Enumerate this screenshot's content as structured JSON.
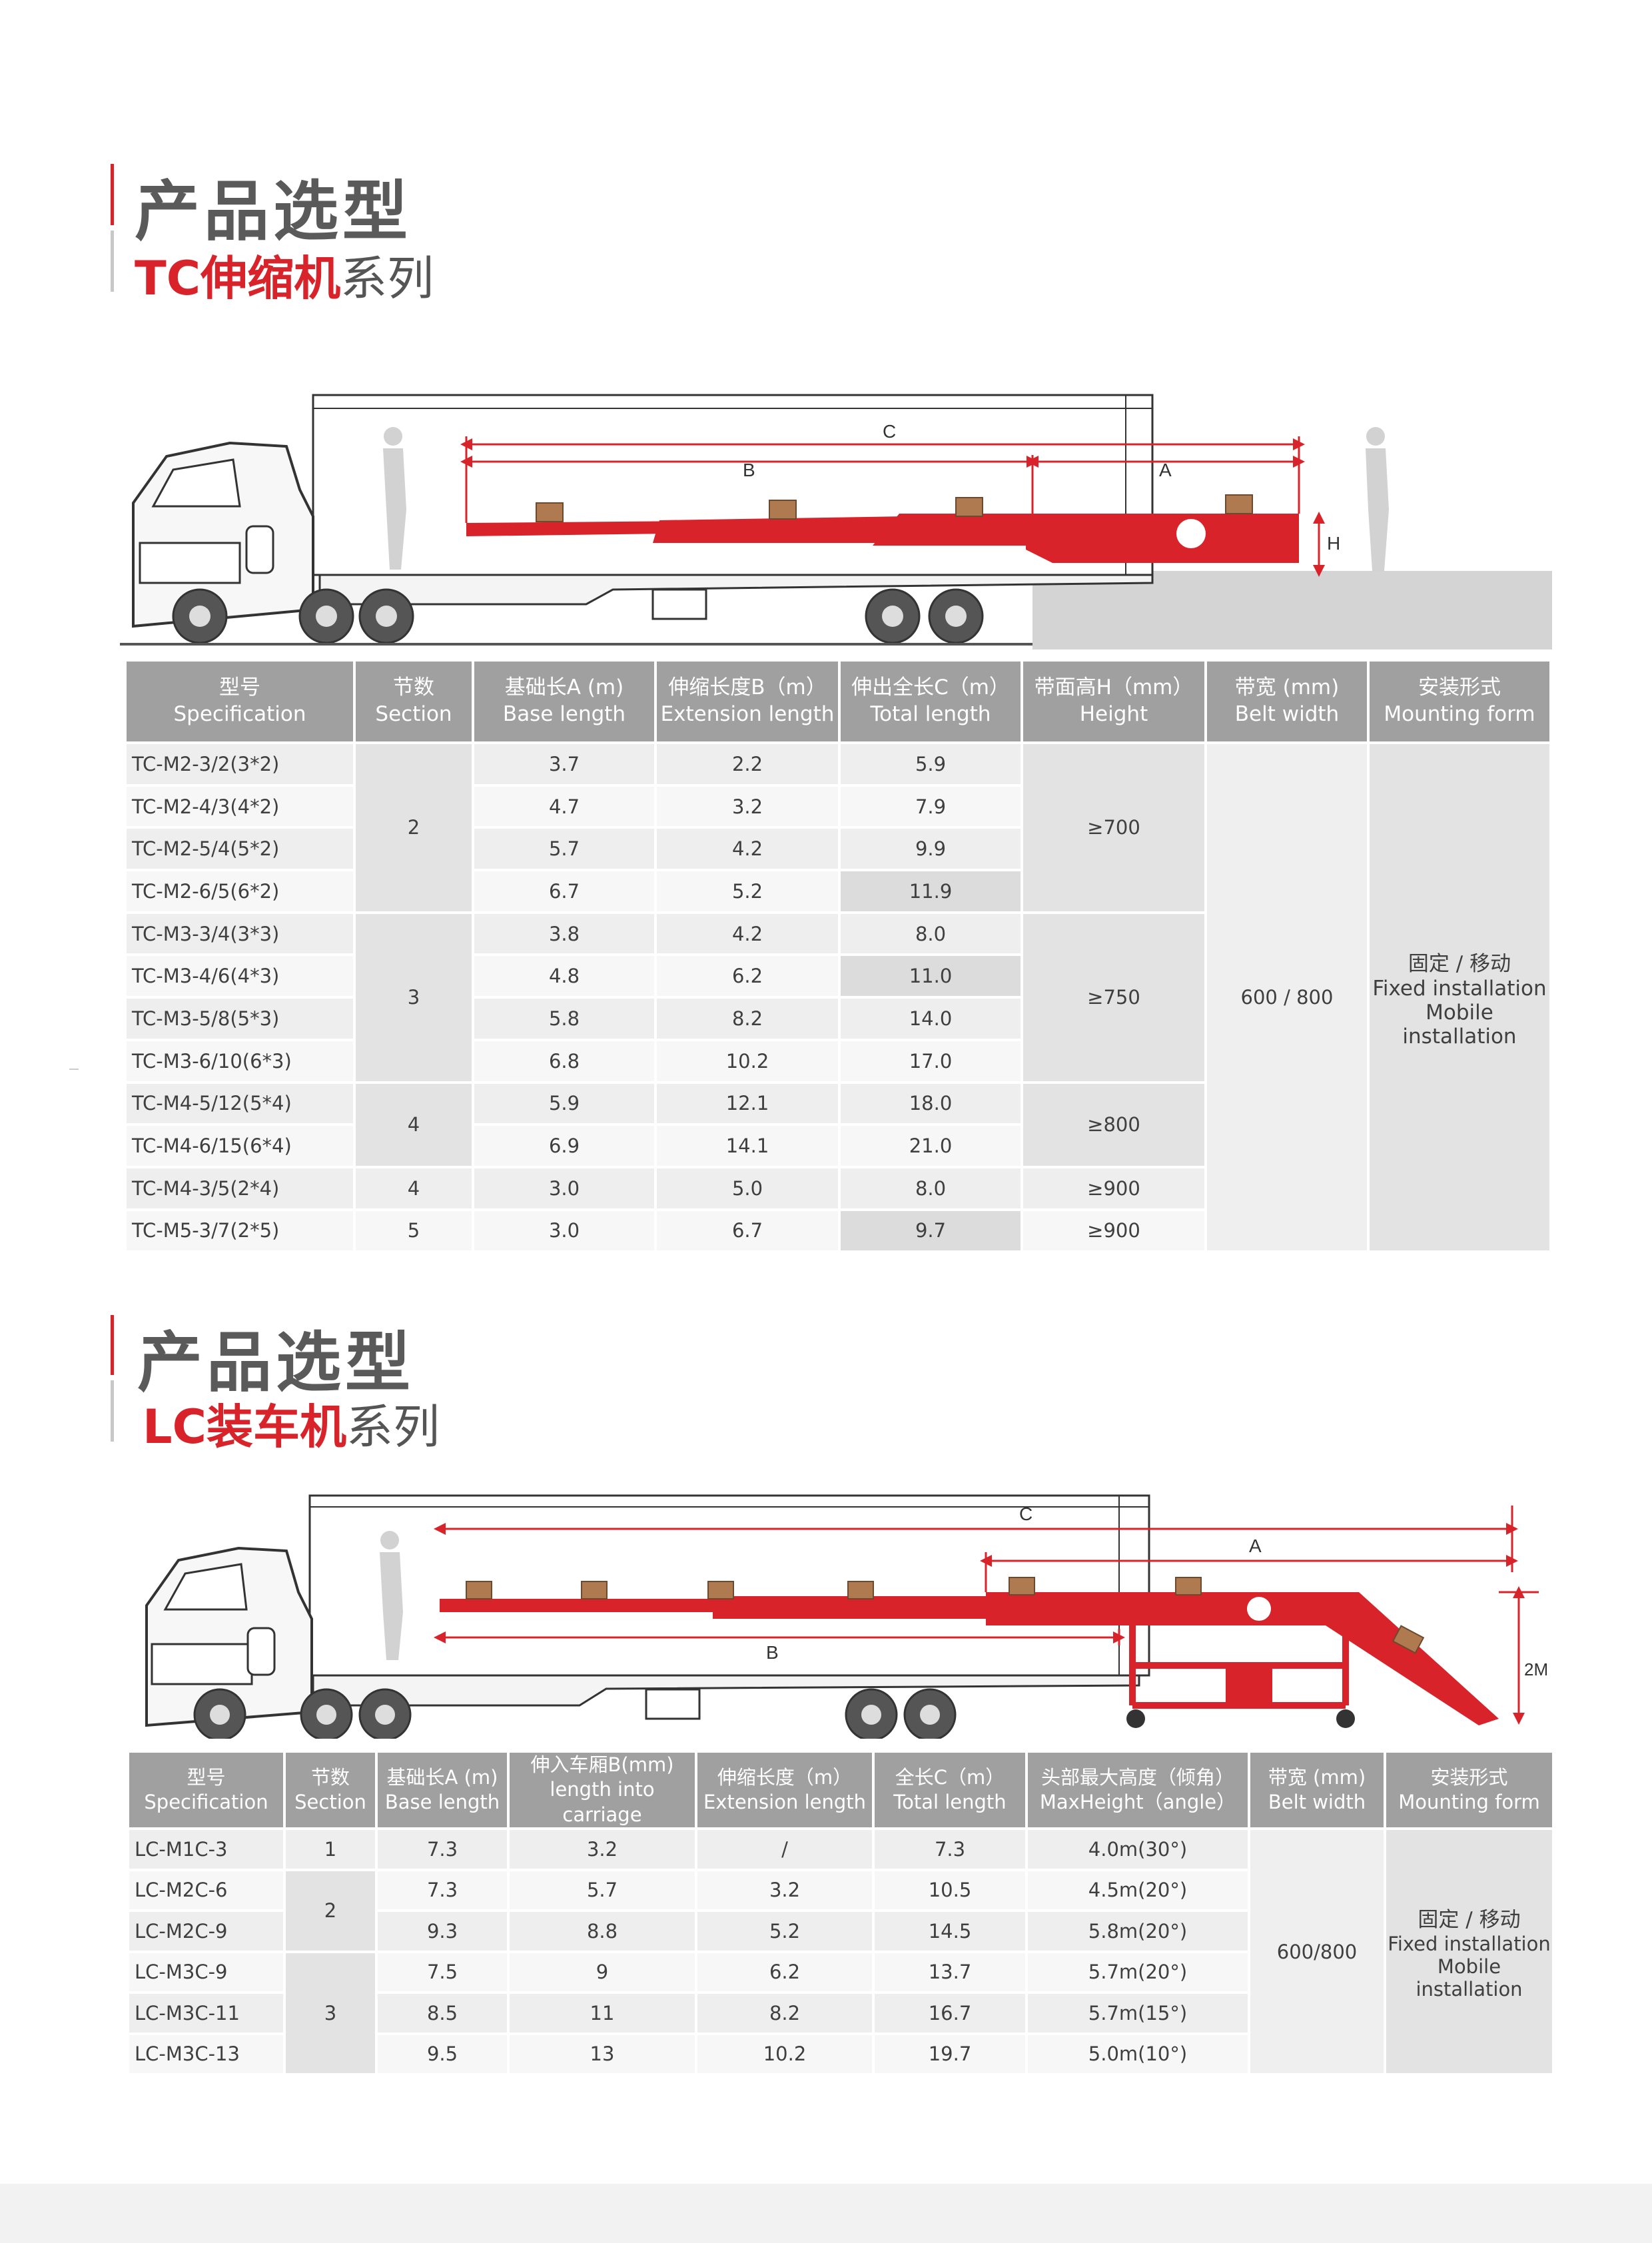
{
  "section1": {
    "title": "产品选型",
    "subtitle_red": "TC伸缩机",
    "subtitle_grey": "系列",
    "dims": {
      "c": "C",
      "b": "B",
      "a": "A",
      "h": "H"
    }
  },
  "table1": {
    "headers": [
      {
        "cn": "型号",
        "en": "Specification"
      },
      {
        "cn": "节数",
        "en": "Section"
      },
      {
        "cn": "基础长A (m)",
        "en": "Base length"
      },
      {
        "cn": "伸缩长度B（m）",
        "en": "Extension length"
      },
      {
        "cn": "伸出全长C（m）",
        "en": "Total length"
      },
      {
        "cn": "带面高H（mm）",
        "en": "Height"
      },
      {
        "cn": "带宽 (mm)",
        "en": "Belt width"
      },
      {
        "cn": "安装形式",
        "en": "Mounting form"
      }
    ],
    "rows": [
      {
        "spec": "TC-M2-3/2(3*2)",
        "base": "3.7",
        "ext": "2.2",
        "total": "5.9"
      },
      {
        "spec": "TC-M2-4/3(4*2)",
        "base": "4.7",
        "ext": "3.2",
        "total": "7.9"
      },
      {
        "spec": "TC-M2-5/4(5*2)",
        "base": "5.7",
        "ext": "4.2",
        "total": "9.9"
      },
      {
        "spec": "TC-M2-6/5(6*2)",
        "base": "6.7",
        "ext": "5.2",
        "total": "11.9"
      },
      {
        "spec": "TC-M3-3/4(3*3)",
        "base": "3.8",
        "ext": "4.2",
        "total": "8.0"
      },
      {
        "spec": "TC-M3-4/6(4*3)",
        "base": "4.8",
        "ext": "6.2",
        "total": "11.0"
      },
      {
        "spec": "TC-M3-5/8(5*3)",
        "base": "5.8",
        "ext": "8.2",
        "total": "14.0"
      },
      {
        "spec": "TC-M3-6/10(6*3)",
        "base": "6.8",
        "ext": "10.2",
        "total": "17.0"
      },
      {
        "spec": "TC-M4-5/12(5*4)",
        "base": "5.9",
        "ext": "12.1",
        "total": "18.0"
      },
      {
        "spec": "TC-M4-6/15(6*4)",
        "base": "6.9",
        "ext": "14.1",
        "total": "21.0"
      },
      {
        "spec": "TC-M4-3/5(2*4)",
        "base": "3.0",
        "ext": "5.0",
        "total": "8.0"
      },
      {
        "spec": "TC-M5-3/7(2*5)",
        "base": "3.0",
        "ext": "6.7",
        "total": "9.7"
      }
    ],
    "sections": [
      "2",
      "3",
      "4",
      "4",
      "5"
    ],
    "heights": [
      "≥700",
      "≥750",
      "≥800",
      "≥900",
      "≥900"
    ],
    "belt": "600 / 800",
    "mount": {
      "cn": "固定 / 移动",
      "en1": "Fixed installation",
      "en2": "Mobile installation"
    }
  },
  "section2": {
    "title": "产品选型",
    "subtitle_red": "LC装车机",
    "subtitle_grey": "系列",
    "dims": {
      "c": "C",
      "a": "A",
      "b": "B",
      "h": "2M"
    }
  },
  "table2": {
    "headers": [
      {
        "cn": "型号",
        "en": "Specification"
      },
      {
        "cn": "节数",
        "en": "Section"
      },
      {
        "cn": "基础长A (m)",
        "en": "Base length"
      },
      {
        "cn": "伸入车厢B(mm)",
        "en": "length into carriage"
      },
      {
        "cn": "伸缩长度（m）",
        "en": "Extension length"
      },
      {
        "cn": "全长C（m）",
        "en": "Total length"
      },
      {
        "cn": "头部最大高度（倾角）",
        "en": "MaxHeight（angle）"
      },
      {
        "cn": "带宽 (mm)",
        "en": "Belt width"
      },
      {
        "cn": "安装形式",
        "en": "Mounting form"
      }
    ],
    "rows": [
      {
        "spec": "LC-M1C-3",
        "base": "7.3",
        "into": "3.2",
        "ext": "/",
        "total": "7.3",
        "maxh": "4.0m(30°)"
      },
      {
        "spec": "LC-M2C-6",
        "base": "7.3",
        "into": "5.7",
        "ext": "3.2",
        "total": "10.5",
        "maxh": "4.5m(20°)"
      },
      {
        "spec": "LC-M2C-9",
        "base": "9.3",
        "into": "8.8",
        "ext": "5.2",
        "total": "14.5",
        "maxh": "5.8m(20°)"
      },
      {
        "spec": "LC-M3C-9",
        "base": "7.5",
        "into": "9",
        "ext": "6.2",
        "total": "13.7",
        "maxh": "5.7m(20°)"
      },
      {
        "spec": "LC-M3C-11",
        "base": "8.5",
        "into": "11",
        "ext": "8.2",
        "total": "16.7",
        "maxh": "5.7m(15°)"
      },
      {
        "spec": "LC-M3C-13",
        "base": "9.5",
        "into": "13",
        "ext": "10.2",
        "total": "19.7",
        "maxh": "5.0m(10°)"
      }
    ],
    "sections": [
      "1",
      "2",
      "3"
    ],
    "belt": "600/800",
    "mount": {
      "cn": "固定 / 移动",
      "en1": "Fixed installation",
      "en2": "Mobile",
      "en3": "installation"
    }
  },
  "colors": {
    "accent_red": "#d8232a",
    "header_grey": "#a0a0a0"
  }
}
